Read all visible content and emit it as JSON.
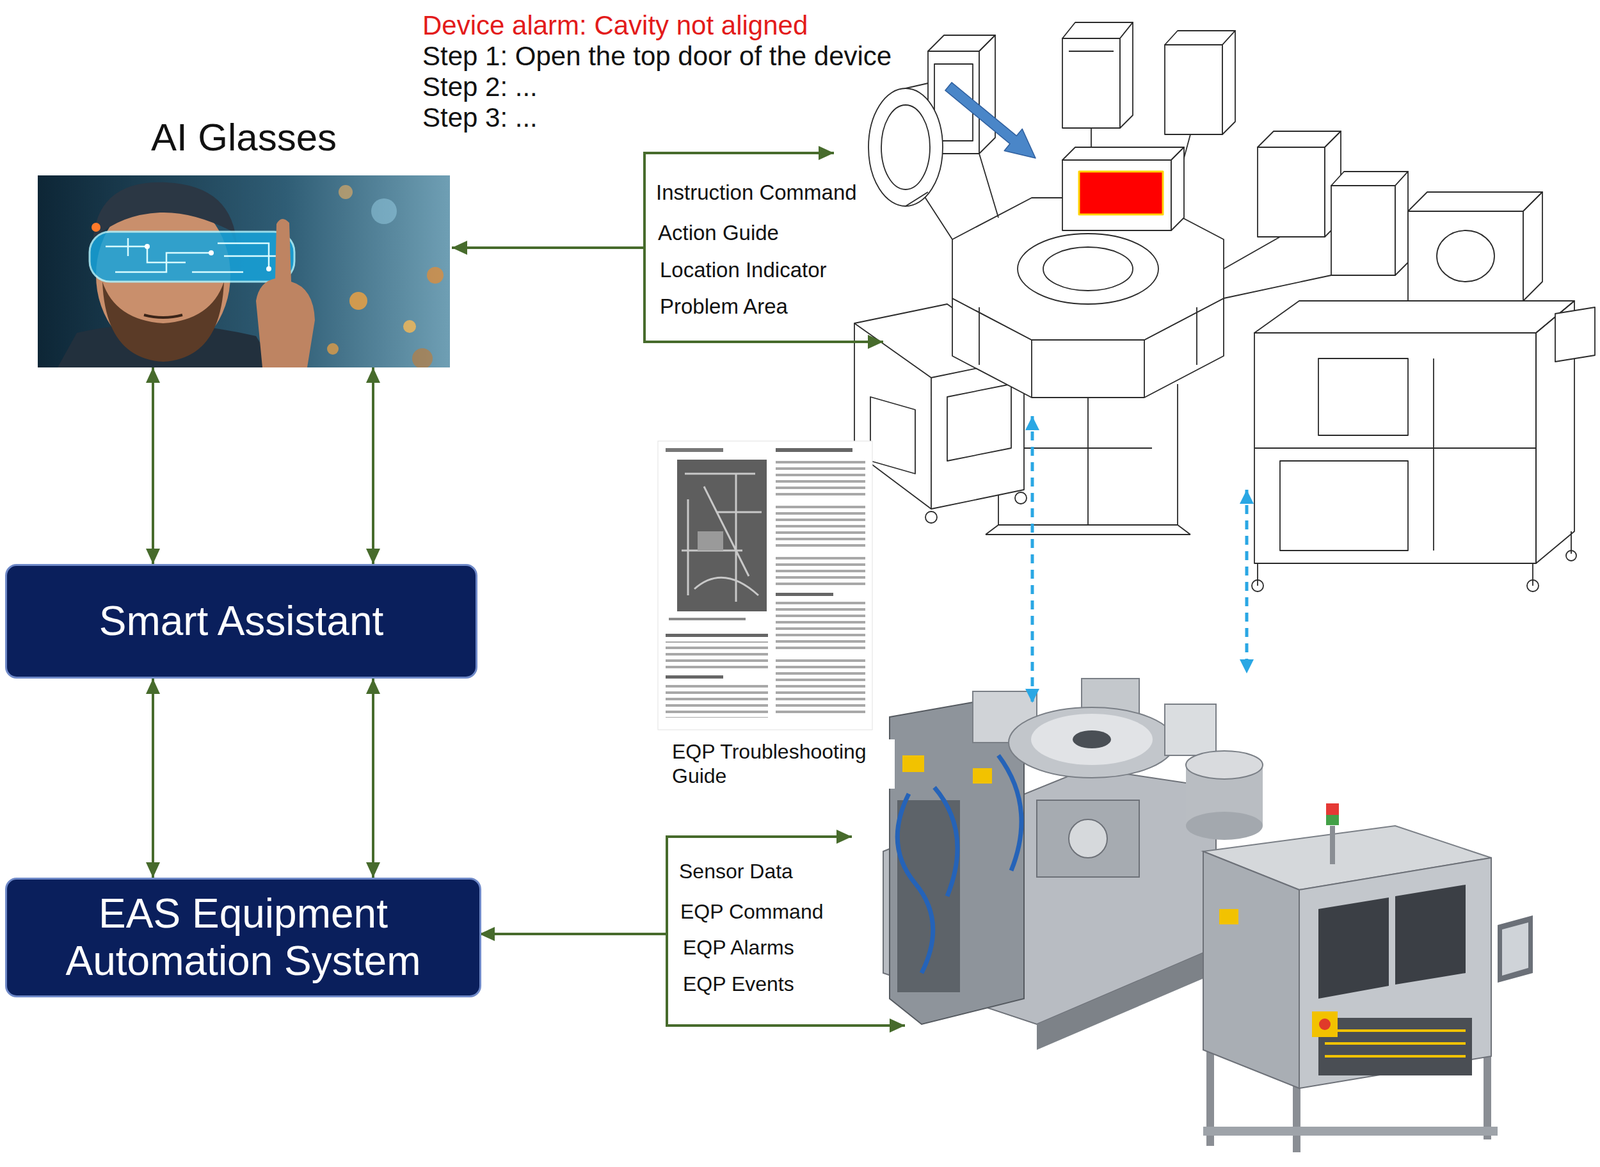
{
  "diagram": {
    "nodes": [
      {
        "text": [
          "AI Glasses"
        ]
      },
      {
        "text": [
          "Smart Assistant"
        ]
      },
      {
        "text": [
          "EAS Equipment Automation System"
        ]
      }
    ],
    "edges": [
      {
        "from": 0,
        "to": 1,
        "arrow": "both"
      },
      {
        "from": 0,
        "to": 1,
        "arrow": "both"
      },
      {
        "from": 1,
        "to": 2,
        "arrow": "both"
      },
      {
        "from": 1,
        "to": 2,
        "arrow": "both"
      }
    ],
    "labels": [
      "Device alarm: Cavity not aligned",
      "Step 1: Open the top door of the device",
      "Step 2: ...",
      "Step 3: ...",
      "Instruction Command",
      "Action Guide",
      "Location Indicator",
      "Problem Area",
      "EQP Troubleshooting Guide",
      "Sensor Data",
      "EQP Command",
      "EQP Alarms",
      "EQP Events"
    ]
  }
}
